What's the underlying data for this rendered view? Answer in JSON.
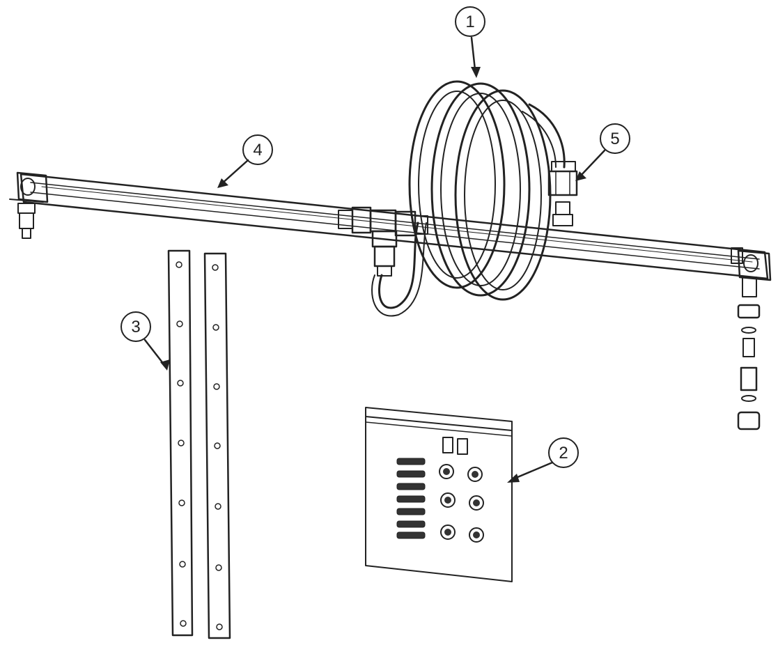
{
  "callouts": [
    {
      "label": "1"
    },
    {
      "label": "2"
    },
    {
      "label": "3"
    },
    {
      "label": "4"
    },
    {
      "label": "5"
    }
  ],
  "colors": {
    "line": "#222222",
    "fill": "#ffffff",
    "shade": "#f2f2f2",
    "dark": "#333333"
  }
}
